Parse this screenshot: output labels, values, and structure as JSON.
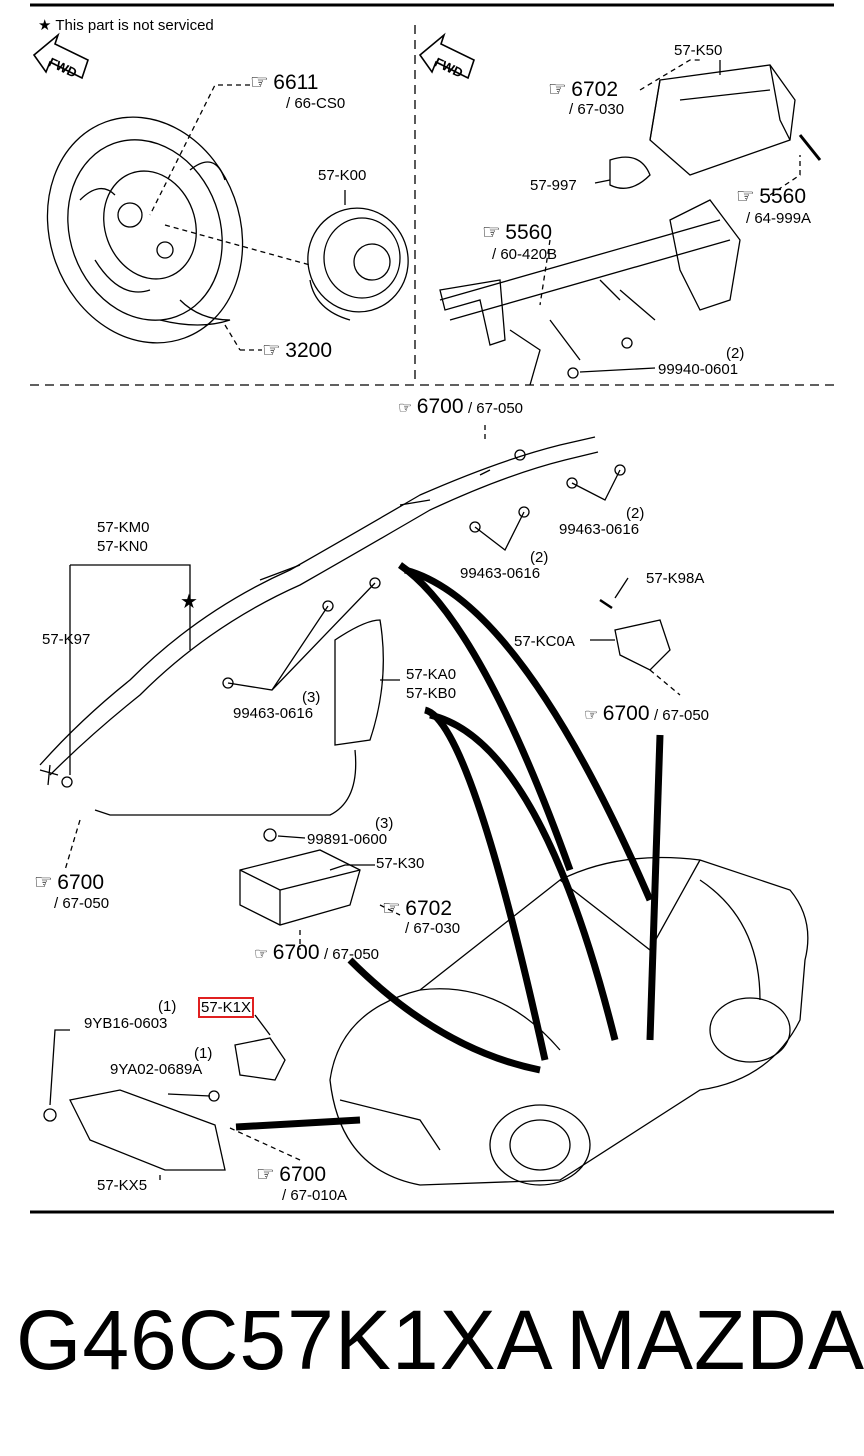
{
  "note": {
    "symbol": "★",
    "text": "This part is not serviced"
  },
  "fwd_label": "FWD",
  "callouts": {
    "steering_wheel": {
      "num": "6611",
      "ref": "/ 66-CS0"
    },
    "driver_module": {
      "code": "57-K00"
    },
    "wheel_ref": {
      "num": "3200"
    },
    "passenger_module": {
      "code": "57-K50",
      "num": "6702",
      "ref": "/ 67-030"
    },
    "bracket_997": {
      "code": "57-997"
    },
    "screw_5560_right": {
      "num": "5560",
      "ref": "/ 64-999A"
    },
    "dash_5560": {
      "num": "5560",
      "ref": "/ 60-420B"
    },
    "nut_99940": {
      "qty": "(2)",
      "code": "99940-0601"
    },
    "curtain_top": {
      "num": "6700",
      "ref": "/ 67-050"
    },
    "bolt_99463_a": {
      "qty": "(2)",
      "code": "99463-0616"
    },
    "bolt_99463_b": {
      "qty": "(2)",
      "code": "99463-0616"
    },
    "bolt_99463_c": {
      "qty": "(3)",
      "code": "99463-0616"
    },
    "curtain_km0": {
      "code": "57-KM0"
    },
    "curtain_kn0": {
      "code": "57-KN0"
    },
    "curtain_k97": {
      "code": "57-K97"
    },
    "sensor_k98a": {
      "code": "57-K98A"
    },
    "sensor_kc0a": {
      "code": "57-KC0A"
    },
    "sensor_ref": {
      "num": "6700",
      "ref": "/ 67-050"
    },
    "side_ka0": {
      "code": "57-KA0"
    },
    "side_kb0": {
      "code": "57-KB0"
    },
    "nut_99891": {
      "qty": "(3)",
      "code": "99891-0600"
    },
    "module_k30": {
      "code": "57-K30"
    },
    "left_6700": {
      "num": "6700",
      "ref": "/ 67-050"
    },
    "module_6702": {
      "num": "6702",
      "ref": "/ 67-030"
    },
    "module_6700": {
      "num": "6700",
      "ref": "/ 67-050"
    },
    "front_k1x": {
      "code": "57-K1X"
    },
    "bolt_9yb16": {
      "qty": "(1)",
      "code": "9YB16-0603"
    },
    "bolt_9ya02": {
      "qty": "(1)",
      "code": "9YA02-0689A"
    },
    "bracket_kx5": {
      "code": "57-KX5"
    },
    "front_6700": {
      "num": "6700",
      "ref": "/ 67-010A"
    }
  },
  "footer": {
    "part_number": "G46C57K1XA",
    "brand": "MAZDA"
  }
}
